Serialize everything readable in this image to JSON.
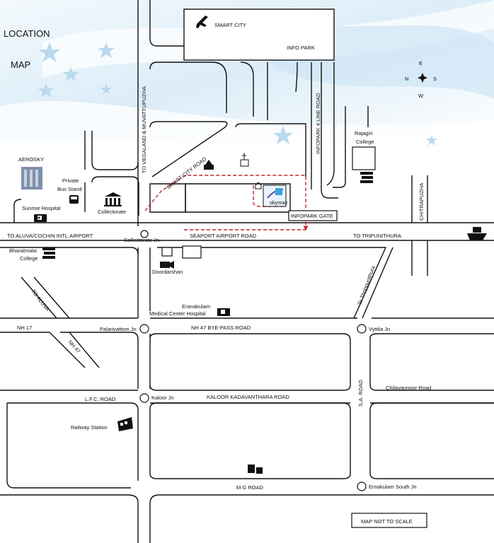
{
  "title": {
    "line1": "LOCATION",
    "line2": "MAP"
  },
  "compass": {
    "north": "N",
    "east": "E",
    "south": "S",
    "west": "W"
  },
  "project": {
    "name": "SMART CITY",
    "sub": "INFO PARK",
    "logo_text": "skymax"
  },
  "logo_brand": "AEROSKY",
  "roads": {
    "smart_city_road": "SMART CITY ROAD",
    "infopark_line": "INFOPARK 4 LINE ROAD",
    "vegaland": "TO VEGALAND & MUVATTUPUZHA",
    "chitrapuzha": "CHITRAPUZHA",
    "to_aluva_airport": "TO ALUVA/COCHIN INTL.AIRPORT",
    "seaport": "SEAPORT AIRPORT ROAD",
    "to_tripunithura": "TO TRIPUNITHURA",
    "to_aluva": "TO ALUVA",
    "to_thrippunithura": "To Thrippunithura",
    "nh17": "NH 17",
    "nh47": "NH 47",
    "nh47_bypass": "NH 47 BYE-PASS ROAD",
    "lfc": "L.F.C. ROAD",
    "kaloor_kadavanthara": "KALOOR KADAVANTHARA ROAD",
    "sa_road": "S.A. ROAD",
    "chilavannoor": "Chilavannoor Road",
    "mg_road": "M G ROAD"
  },
  "places": {
    "rajagiri_1": "Rajagiri",
    "rajagiri_2": "College",
    "private_bus_1": "Private",
    "private_bus_2": "Bus Stand",
    "sunrise": "Sunrise Hospital",
    "collectorate": "Collectorate",
    "collectorate_jn": "Collectorate Jn.",
    "infopark_gate": "INFOPARK GATE",
    "bharatmata_1": "Bharatmata",
    "bharatmata_2": "College",
    "doordarshan": "Doordarshan",
    "eranakulam_med_1": "Eranakulam",
    "eranakulam_med_2": "Medical Center Hospital",
    "palarivattom": "Palarivattom Jn",
    "vyttila": "Vyttila Jn",
    "kaloor_jn": "Kaloor Jn",
    "railway": "Railway Station",
    "ernakulam_south": "Ernakulam South Jn"
  },
  "scale_note": "MAP NOT TO SCALE",
  "colors": {
    "route": "#c1272d",
    "road": "#111111",
    "sky": "#d6ecf8",
    "star": "#b9d9ee"
  },
  "icons": [
    "airplane-icon",
    "compass-icon",
    "church-icon",
    "temple-icon",
    "school-icon",
    "bus-icon",
    "ambulance-icon",
    "building-icon",
    "tv-camera-icon",
    "train-icon",
    "ship-icon",
    "shopping-icon",
    "junction-circle-icon"
  ]
}
